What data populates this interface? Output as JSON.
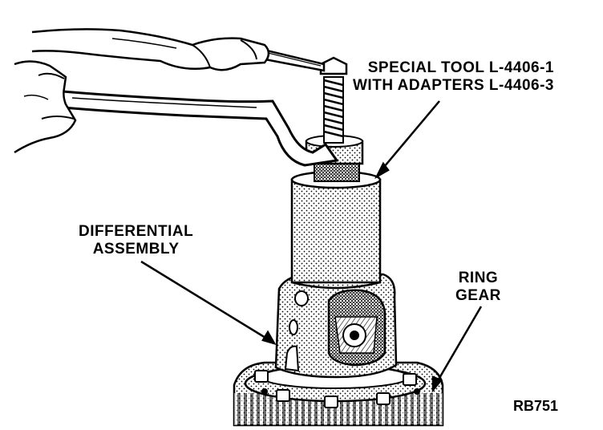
{
  "callouts": {
    "special_tool": {
      "line1": "SPECIAL TOOL L-4406-1",
      "line2": "WITH ADAPTERS L-4406-3"
    },
    "differential_assembly": {
      "line1": "DIFFERENTIAL",
      "line2": "ASSEMBLY"
    },
    "ring_gear": {
      "line1": "RING",
      "line2": "GEAR"
    }
  },
  "figure_code": "RB751",
  "colors": {
    "ink": "#000000",
    "paper": "#ffffff",
    "shade": "#8a8a8a"
  }
}
